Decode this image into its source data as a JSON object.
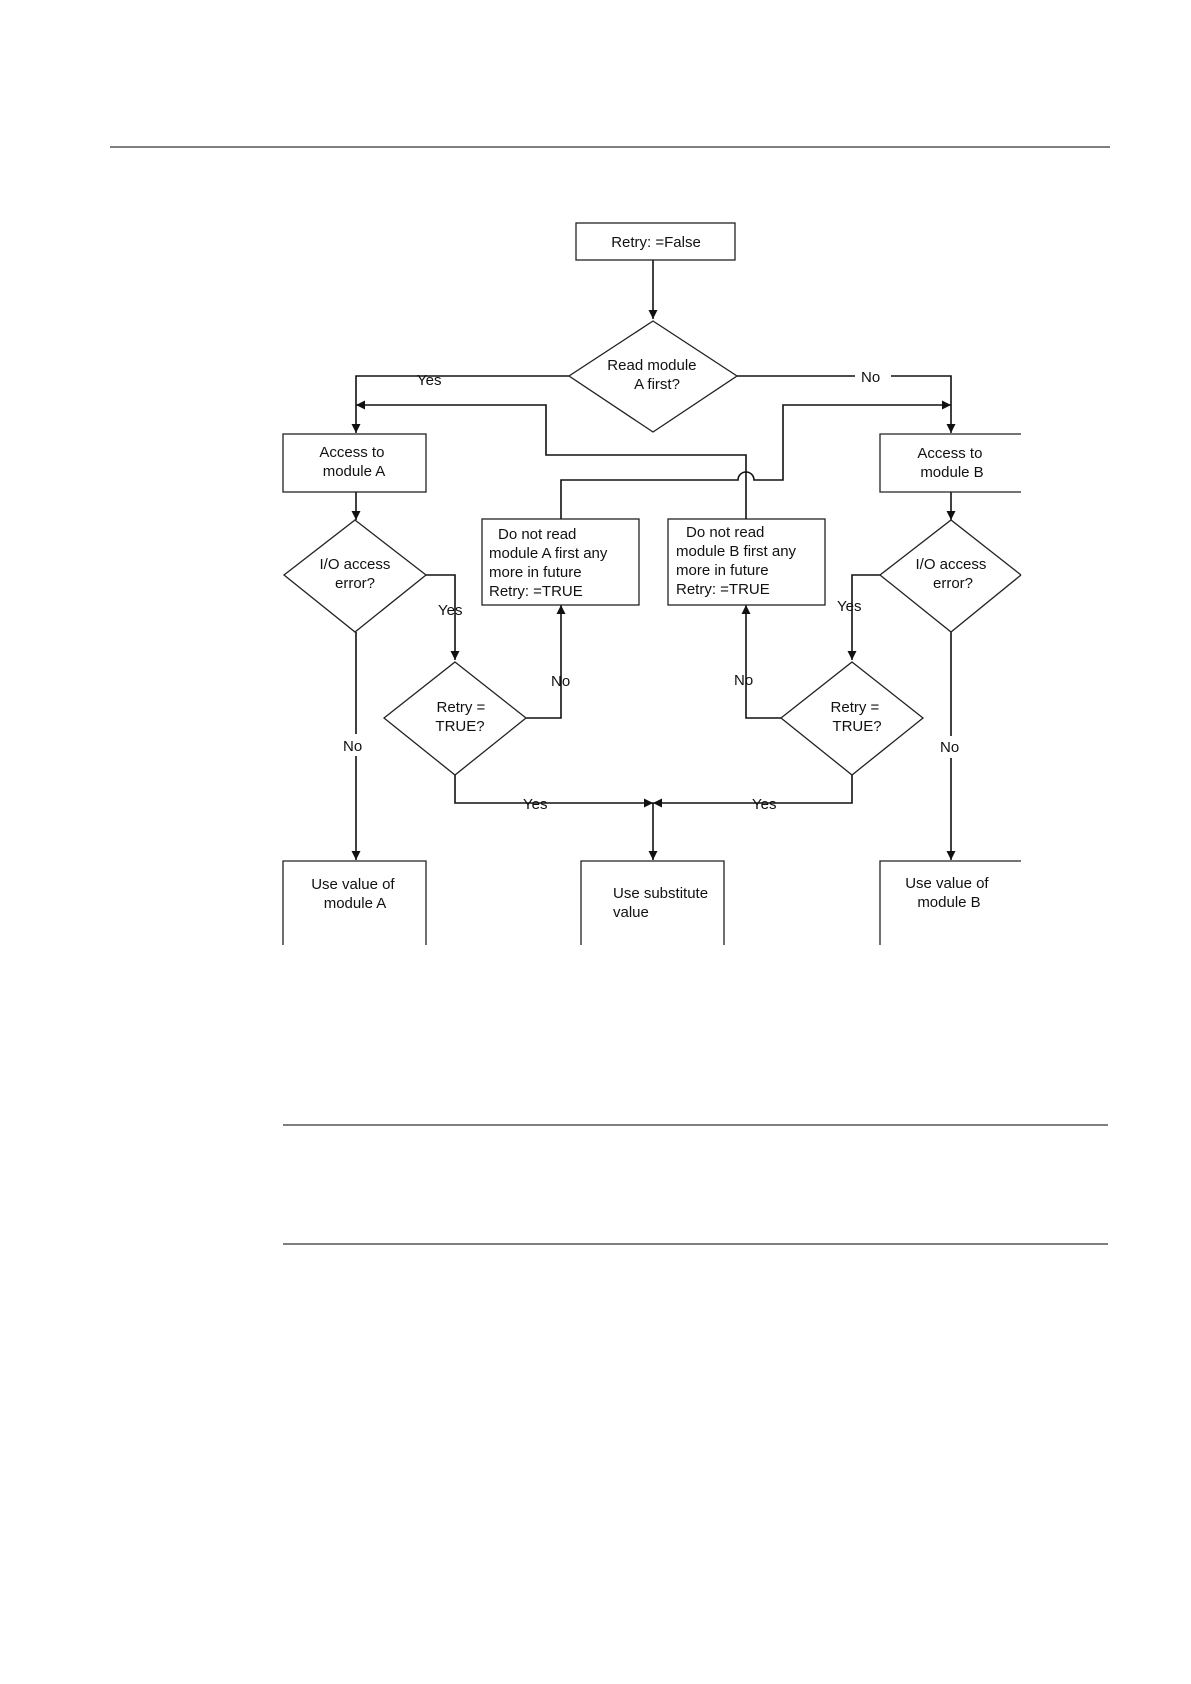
{
  "diagram": {
    "nodes": {
      "start": [
        "Retry: =False"
      ],
      "read_a_first": [
        "Read module",
        "A first?"
      ],
      "access_a": [
        "Access to",
        "module A"
      ],
      "access_b": [
        "Access to",
        "module B"
      ],
      "io_error_a": [
        "I/O access",
        "error?"
      ],
      "io_error_b": [
        "I/O access",
        "error?"
      ],
      "no_read_a": [
        "Do not read",
        "module A first any",
        "more in future",
        "Retry: =TRUE"
      ],
      "no_read_b": [
        "Do not read",
        "module B first any",
        "more in future",
        "Retry: =TRUE"
      ],
      "retry_a": [
        "Retry =",
        "TRUE?"
      ],
      "retry_b": [
        "Retry =",
        "TRUE?"
      ],
      "use_a": [
        "Use value of",
        "module A"
      ],
      "substitute": [
        "Use substitute",
        "value"
      ],
      "use_b": [
        "Use value of",
        "module B"
      ]
    },
    "edge_labels": {
      "read_yes": "Yes",
      "read_no": "No",
      "err_a_yes": "Yes",
      "err_b_yes": "Yes",
      "err_a_no": "No",
      "err_b_no": "No",
      "retry_a_no": "No",
      "retry_b_no": "No",
      "retry_a_yes": "Yes",
      "retry_b_yes": "Yes"
    }
  }
}
